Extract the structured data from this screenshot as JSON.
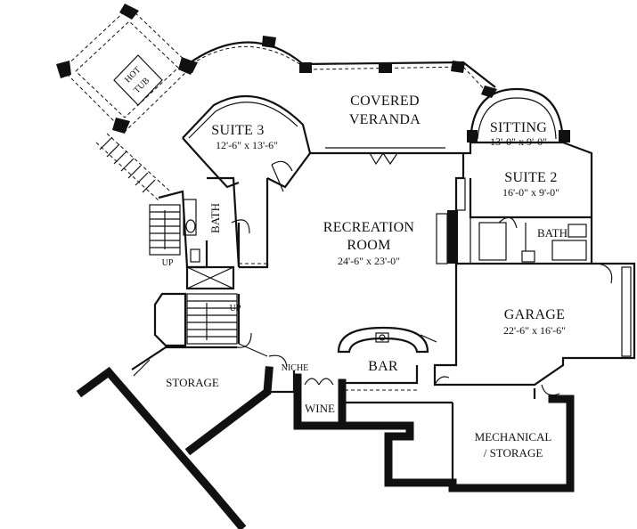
{
  "rooms": {
    "hot_tub": {
      "line1": "HOT",
      "line2": "TUB"
    },
    "covered_veranda": {
      "line1": "COVERED",
      "line2": "VERANDA"
    },
    "suite3": {
      "name": "SUITE 3",
      "dims": "12'-6\" x 13'-6\""
    },
    "sitting": {
      "name": "SITTING",
      "dims": "13'-0\" x 9'-0\""
    },
    "suite2": {
      "name": "SUITE 2",
      "dims": "16'-0\" x 9'-0\""
    },
    "bath_left": {
      "name": "BATH"
    },
    "bath_right": {
      "name": "BATH"
    },
    "recreation": {
      "line1": "RECREATION",
      "line2": "ROOM",
      "dims": "24'-6\" x 23'-0\""
    },
    "garage": {
      "name": "GARAGE",
      "dims": "22'-6\" x 16'-6\""
    },
    "storage": {
      "name": "STORAGE"
    },
    "niche": {
      "name": "NICHE"
    },
    "bar": {
      "name": "BAR"
    },
    "wine": {
      "name": "WINE"
    },
    "mechanical": {
      "line1": "MECHANICAL",
      "line2": "/ STORAGE"
    }
  },
  "stairs": {
    "up_upper": "UP",
    "up_lower": "UP"
  }
}
